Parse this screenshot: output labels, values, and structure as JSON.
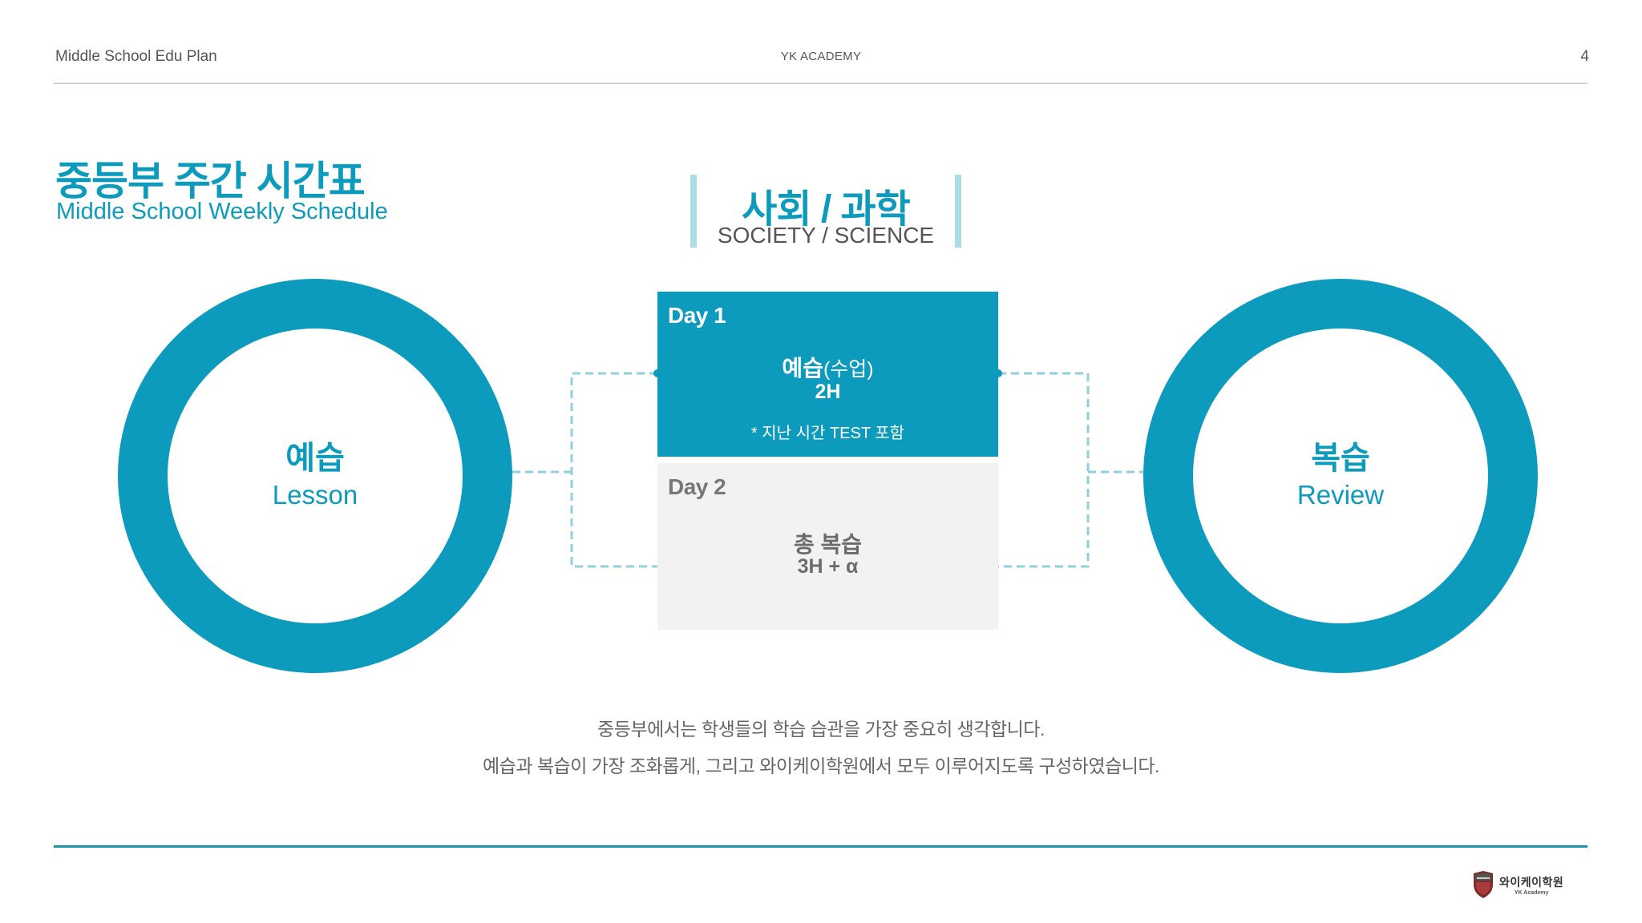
{
  "header": {
    "left": "Middle School Edu Plan",
    "center": "YK ACADEMY",
    "page_number": "4"
  },
  "title": {
    "ko": "중등부 주간 시간표",
    "en": "Middle School Weekly Schedule"
  },
  "subject": {
    "ko": "사회 / 과학",
    "en": "SOCIETY / SCIENCE"
  },
  "rings": {
    "left": {
      "ko": "예습",
      "en": "Lesson"
    },
    "right": {
      "ko": "복습",
      "en": "Review"
    }
  },
  "days": {
    "day1": {
      "label": "Day 1",
      "main": "예습",
      "main_sub": "(수업)",
      "hours": "2H",
      "note": "* 지난 시간 TEST 포함"
    },
    "day2": {
      "label": "Day 2",
      "main": "총 복습",
      "hours": "3H + α"
    }
  },
  "description": {
    "line1": "중등부에서는 학생들의 학습 습관을 가장 중요히 생각합니다.",
    "line2": "예습과 복습이 가장 조화롭게, 그리고 와이케이학원에서 모두 이루어지도록 구성하였습니다."
  },
  "logo": {
    "ko": "와이케이학원",
    "en": "YK Academy"
  },
  "colors": {
    "accent": "#0d9bbd",
    "accent_light": "#acdce8",
    "dashed": "#8fd0de",
    "day2_bg": "#f2f2f2"
  }
}
